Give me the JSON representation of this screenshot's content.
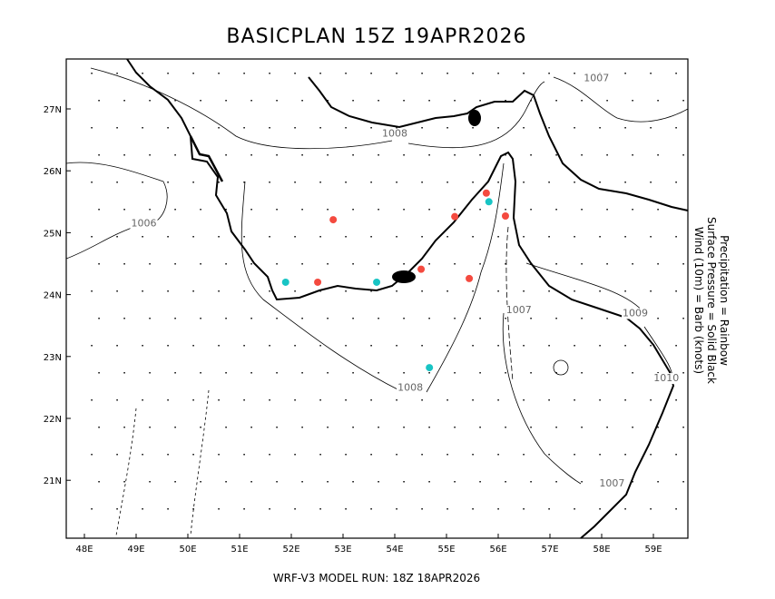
{
  "title": "BASICPLAN 15Z 19APR2026",
  "footer": "WRF-V3 MODEL RUN: 18Z 18APR2026",
  "legend": [
    "Precipitation = Rainbow",
    "Surface Pressure = Solid Black",
    "Wind (10m) = Barb (knots)"
  ],
  "lon_ticks": [
    "48E",
    "49E",
    "50E",
    "51E",
    "52E",
    "53E",
    "54E",
    "55E",
    "56E",
    "57E",
    "58E",
    "59E"
  ],
  "lat_ticks": [
    "27N",
    "26N",
    "25N",
    "24N",
    "23N",
    "22N",
    "21N"
  ],
  "colors": {
    "red_marker": "#f44a3f",
    "cyan_marker": "#18c4c4"
  },
  "contour_labels": [
    {
      "text": "1007",
      "lon": 57.9,
      "lat": 27.45
    },
    {
      "text": "1008",
      "lon": 54.0,
      "lat": 26.55
    },
    {
      "text": "1006",
      "lon": 49.15,
      "lat": 25.1
    },
    {
      "text": "1007",
      "lon": 56.4,
      "lat": 23.7
    },
    {
      "text": "1009",
      "lon": 58.65,
      "lat": 23.65
    },
    {
      "text": "1010",
      "lon": 59.25,
      "lat": 22.6
    },
    {
      "text": "1008",
      "lon": 54.3,
      "lat": 22.45
    },
    {
      "text": "1007",
      "lon": 58.2,
      "lat": 20.9
    }
  ],
  "markers": [
    {
      "type": "red",
      "lon": 52.81,
      "lat": 25.21
    },
    {
      "type": "red",
      "lon": 52.51,
      "lat": 24.2
    },
    {
      "type": "red",
      "lon": 55.16,
      "lat": 25.26
    },
    {
      "type": "red",
      "lon": 55.77,
      "lat": 25.64
    },
    {
      "type": "red",
      "lon": 56.14,
      "lat": 25.27
    },
    {
      "type": "red",
      "lon": 54.51,
      "lat": 24.41
    },
    {
      "type": "red",
      "lon": 55.44,
      "lat": 24.26
    },
    {
      "type": "cyan",
      "lon": 51.89,
      "lat": 24.2
    },
    {
      "type": "cyan",
      "lon": 53.65,
      "lat": 24.2
    },
    {
      "type": "cyan",
      "lon": 55.82,
      "lat": 25.5
    },
    {
      "type": "cyan",
      "lon": 54.67,
      "lat": 22.82
    }
  ]
}
